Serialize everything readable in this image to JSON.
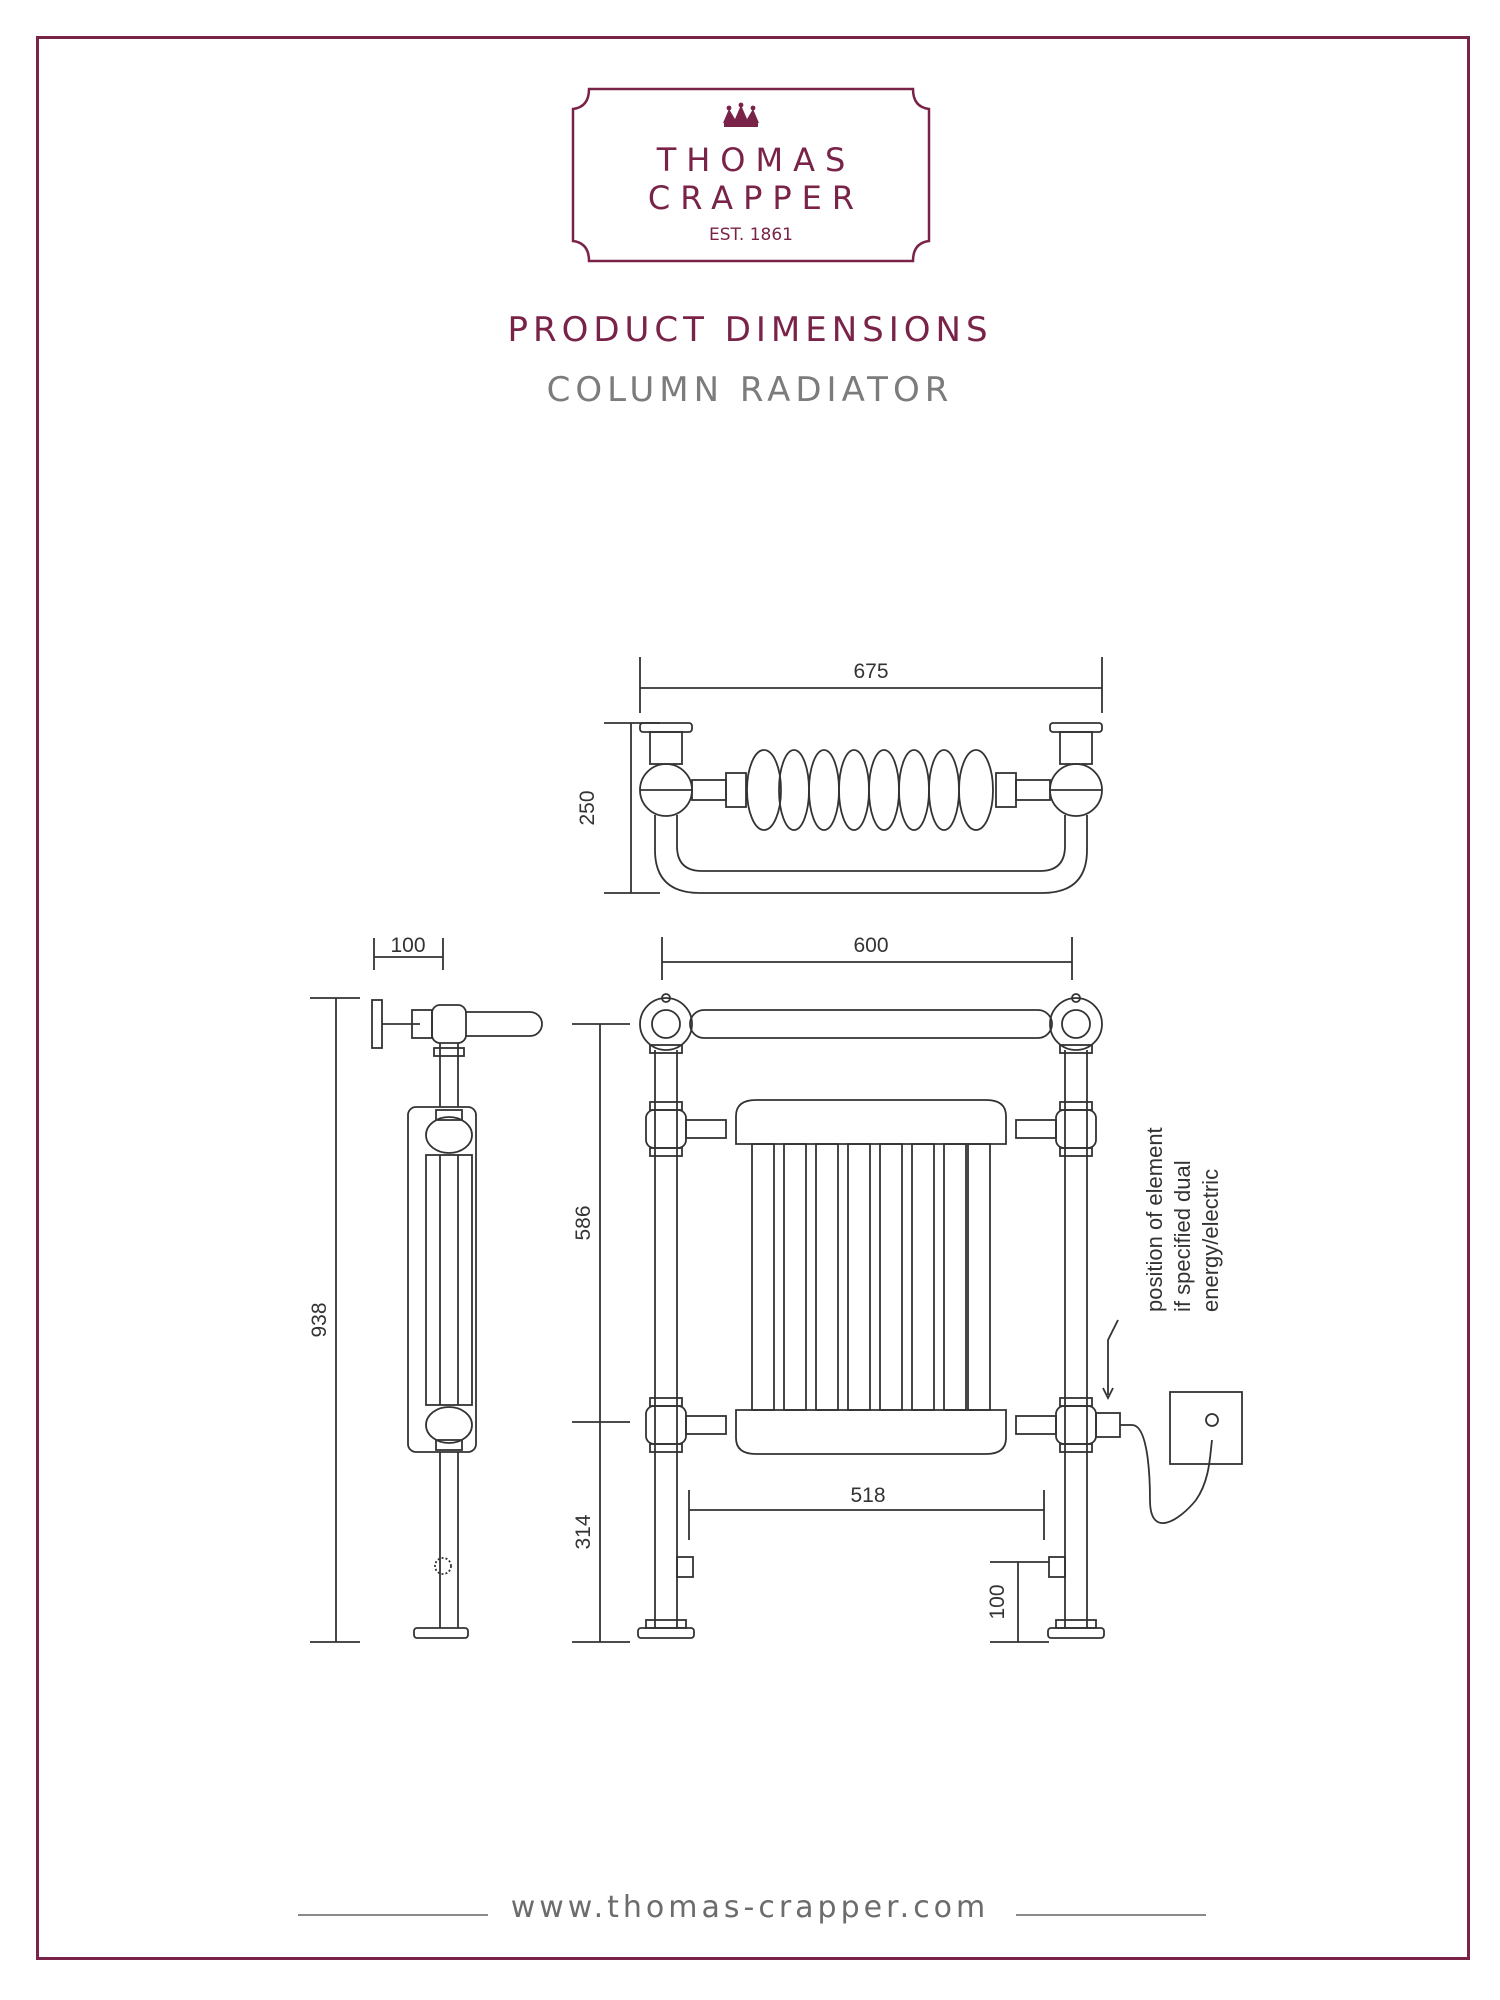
{
  "brand": {
    "line1": "THOMAS",
    "line2": "CRAPPER",
    "established": "EST. 1861",
    "color": "#7a2349"
  },
  "heading": {
    "title": "PRODUCT DIMENSIONS",
    "subtitle": "COLUMN RADIATOR"
  },
  "dimensions": {
    "top_width": "675",
    "top_depth": "250",
    "front_width": "600",
    "side_depth": "100",
    "total_height": "938",
    "rail_spacing": "586",
    "bottom_height": "314",
    "valve_spacing": "518",
    "valve_height": "100"
  },
  "note": {
    "line1": "position of element",
    "line2": "if specified dual",
    "line3": "energy/electric"
  },
  "footer": {
    "url": "www.thomas-crapper.com"
  },
  "icons": [
    "crown-icon"
  ]
}
